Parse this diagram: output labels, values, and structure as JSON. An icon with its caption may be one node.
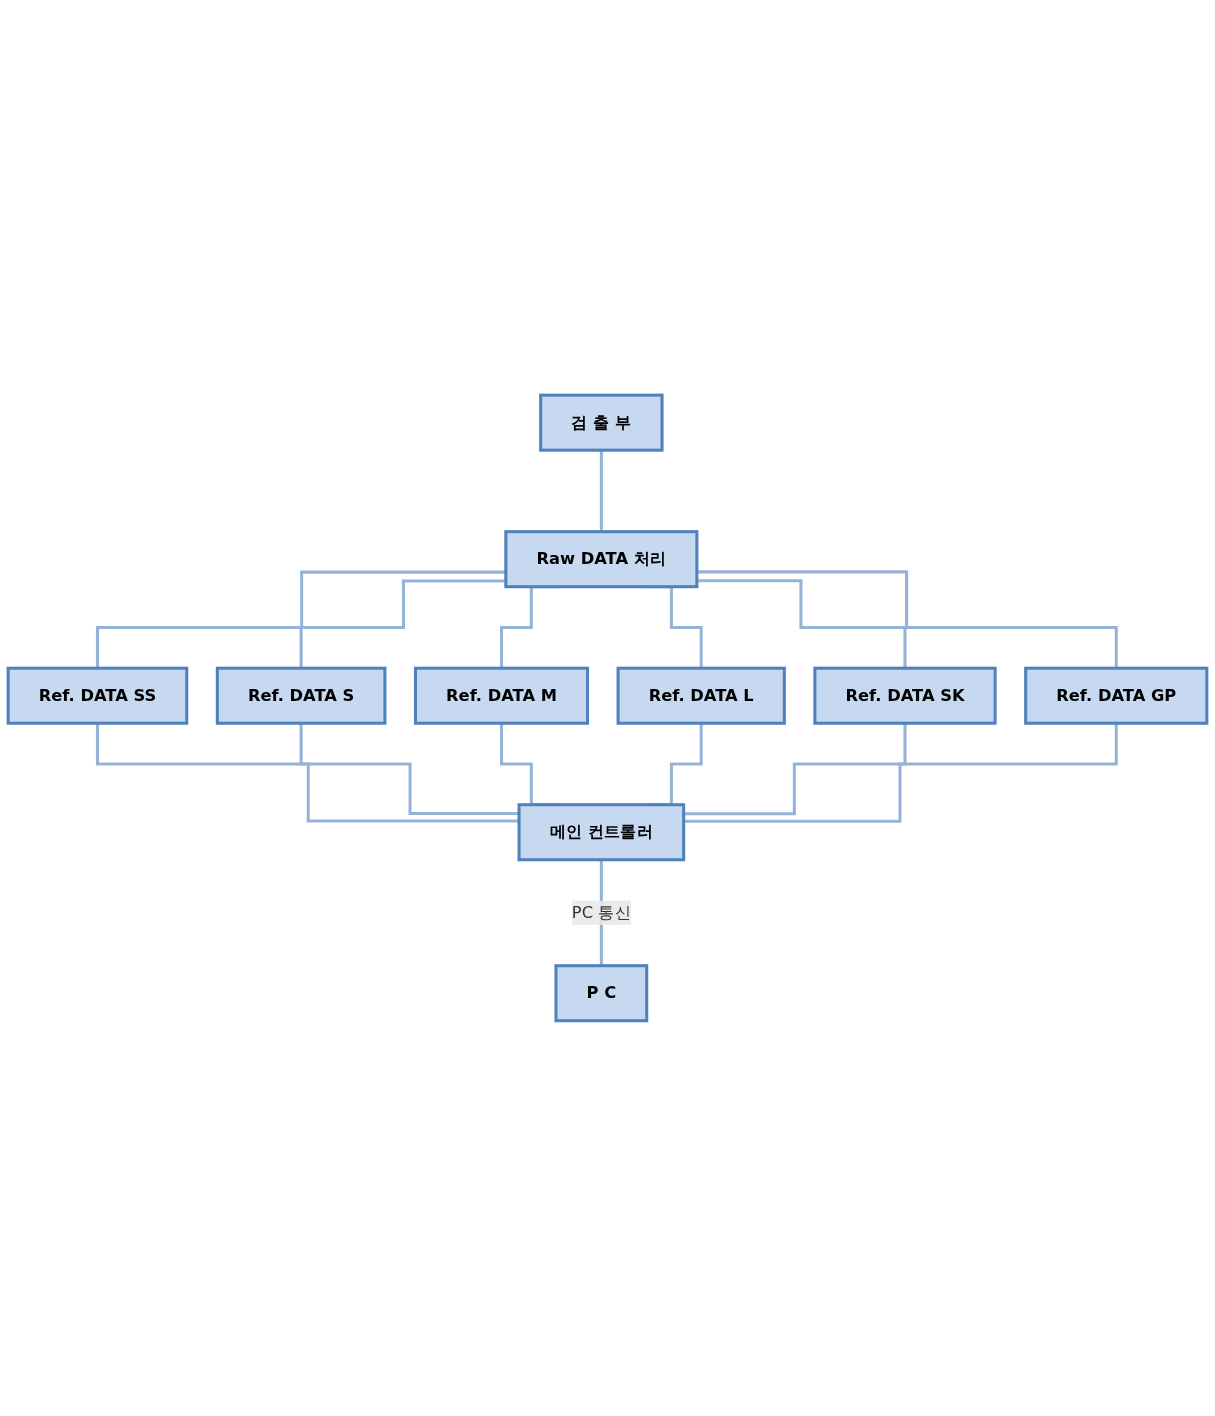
{
  "diagram": {
    "nodes": [
      {
        "text": [
          "검 출 부"
        ]
      },
      {
        "text": [
          "Raw DATA 처리"
        ]
      },
      {
        "text": [
          "Ref. DATA SS"
        ]
      },
      {
        "text": [
          "Ref. DATA S"
        ]
      },
      {
        "text": [
          "Ref. DATA M"
        ]
      },
      {
        "text": [
          "Ref. DATA L"
        ]
      },
      {
        "text": [
          "Ref. DATA SK"
        ]
      },
      {
        "text": [
          "Ref. DATA GP"
        ]
      },
      {
        "text": [
          "메인 컨트롤러"
        ]
      },
      {
        "text": [
          "P C"
        ]
      }
    ],
    "edges": [
      {
        "from": 0,
        "to": 1,
        "arrow": "none"
      },
      {
        "from": 1,
        "to": 2,
        "arrow": "none"
      },
      {
        "from": 1,
        "to": 3,
        "arrow": "none"
      },
      {
        "from": 1,
        "to": 4,
        "arrow": "none"
      },
      {
        "from": 1,
        "to": 5,
        "arrow": "none"
      },
      {
        "from": 1,
        "to": 6,
        "arrow": "none"
      },
      {
        "from": 1,
        "to": 7,
        "arrow": "none"
      },
      {
        "from": 2,
        "to": 8,
        "arrow": "none"
      },
      {
        "from": 3,
        "to": 8,
        "arrow": "none"
      },
      {
        "from": 4,
        "to": 8,
        "arrow": "none"
      },
      {
        "from": 5,
        "to": 8,
        "arrow": "none"
      },
      {
        "from": 6,
        "to": 8,
        "arrow": "none"
      },
      {
        "from": 7,
        "to": 8,
        "arrow": "none"
      },
      {
        "from": 8,
        "to": 9,
        "arrow": "none",
        "label": "PC 통신"
      }
    ]
  }
}
